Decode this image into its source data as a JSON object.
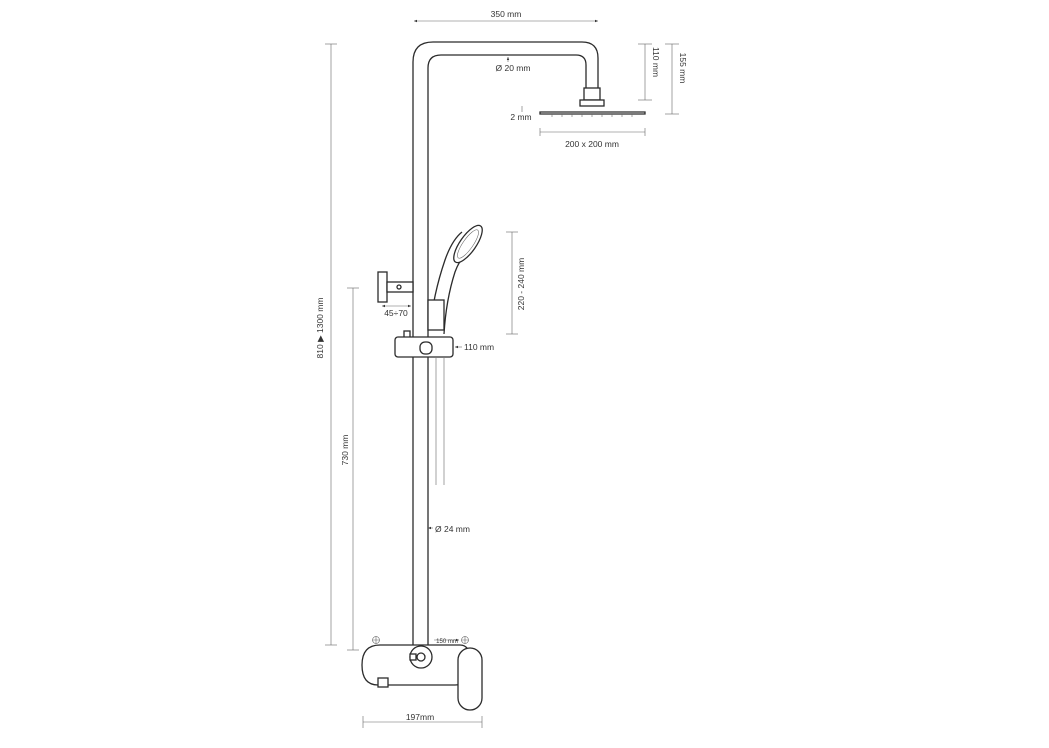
{
  "dimensions": {
    "arm_length": "350 mm",
    "pipe_diameter_top": "Ø 20 mm",
    "head_drop": "110 mm",
    "head_total_drop": "155 mm",
    "head_thickness": "2 mm",
    "head_size": "200 x 200 mm",
    "hand_shower_length": "220 - 240 mm",
    "holder_range": "45÷70",
    "slider_offset": "110 mm",
    "total_height": "810 ▶ 1300 mm",
    "mixer_height": "730 mm",
    "pipe_diameter_bottom": "Ø 24 mm",
    "inlet_spacing": "150 mm",
    "mixer_width": "197mm"
  }
}
